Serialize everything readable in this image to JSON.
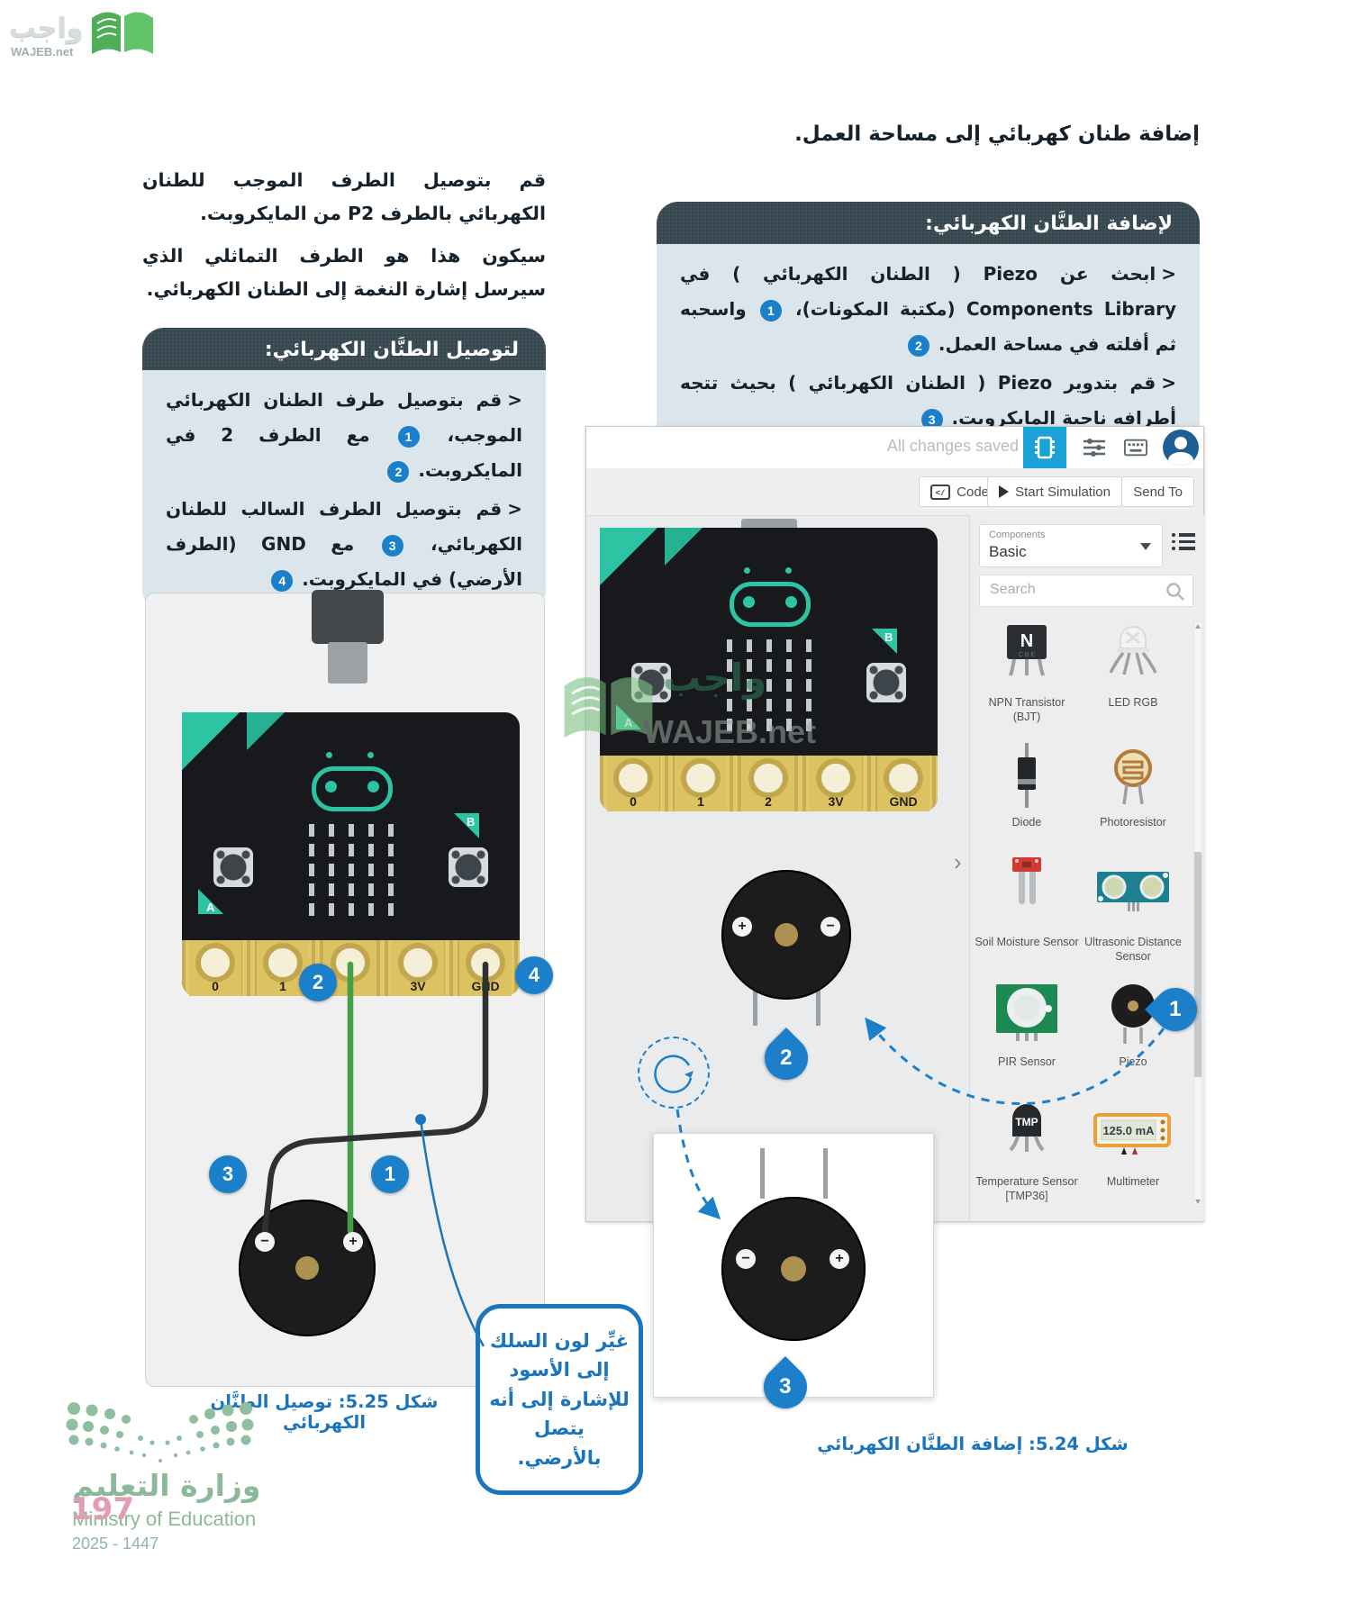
{
  "wajeb": {
    "name": "واجب",
    "domain": "WAJEB.net"
  },
  "heading": "إضافة طنان كهربائي إلى مساحة العمل.",
  "intro": {
    "p1": "قم بتوصيل الطرف الموجب للطنان الكهربائي بالطرف P2 من المايكروبت.",
    "p2": "سيكون هذا هو الطرف التماثلي الذي سيرسل إشارة النغمة إلى الطنان الكهربائي."
  },
  "cards": {
    "add": {
      "title": "لإضافة الطنَّان الكهربائي:",
      "bullet": "<",
      "item1": {
        "s1": "ابحث عن Piezo ( الطنان الكهربائي ) في Components Library (مكتبة المكونات)، ",
        "b1": "1",
        "s2": " واسحبه ثم أفلته في ",
        "s2b": "مساحة العمل.",
        "b2": "2"
      },
      "item2": {
        "s1": "قم بتدوير Piezo ( الطنان الكهربائي ) بحيث تتجه ",
        "s1b": "أطرافه",
        "s2": " ناحية المايكروبت. ",
        "b1": "3"
      }
    },
    "connect": {
      "title": "لتوصيل الطنَّان الكهربائي:",
      "bullet": "<",
      "item1": {
        "s1": "قم بتوصيل طرف الطنان الكهربائي الموجب، ",
        "b1": "1",
        "s2": " مع الطرف 2 في المايكروبت. ",
        "b2": "2"
      },
      "item2": {
        "s1": "قم بتوصيل الطرف السالب للطنان الكهربائي، ",
        "b1": "3",
        "s2": " مع GND (الطرف الأرضي) في المايكروبت. ",
        "b2": "4"
      }
    }
  },
  "sim": {
    "status": "All changes saved",
    "actions": {
      "code": "Code",
      "start": "Start Simulation",
      "send": "Send To"
    },
    "panel": {
      "label": "Components",
      "value": "Basic",
      "search": "Search",
      "components": [
        {
          "name": "NPN Transistor (BJT)"
        },
        {
          "name": "LED RGB"
        },
        {
          "name": "Diode"
        },
        {
          "name": "Photoresistor"
        },
        {
          "name": "Soil Moisture Sensor"
        },
        {
          "name": "Ultrasonic Distance Sensor"
        },
        {
          "name": "PIR Sensor"
        },
        {
          "name": "Piezo"
        },
        {
          "name": "Temperature Sensor [TMP36]"
        },
        {
          "name": "Multimeter"
        }
      ],
      "npn_letter": "N",
      "npn_pins": "C B E",
      "tmp_letter": "TMP",
      "multimeter_reading": "125.0 mA"
    },
    "board": {
      "pins": [
        "0",
        "1",
        "2",
        "3V",
        "GND"
      ],
      "button_a": "A",
      "button_b": "B"
    },
    "badges": {
      "library_piezo": "1",
      "canvas_piezo": "2",
      "inset": "3"
    },
    "polarity": {
      "plus": "+",
      "minus": "−"
    }
  },
  "fig25": {
    "badges": {
      "green_wire": "1",
      "pin2": "2",
      "black_wire": "3",
      "gnd": "4"
    }
  },
  "captions": {
    "fig24": "شكل 5.24: إضافة الطنَّان الكهربائي",
    "fig25": "شكل 5.25: توصيل الطنَّان الكهربائي"
  },
  "bubble": "غيِّر لون السلك إلى الأسود للإشارة إلى أنه يتصل بالأرضي.",
  "footer": {
    "page": "197",
    "ministry_ar": "وزارة التعليم",
    "ministry_en": "Ministry of Education",
    "years": "2025 - 1447"
  }
}
